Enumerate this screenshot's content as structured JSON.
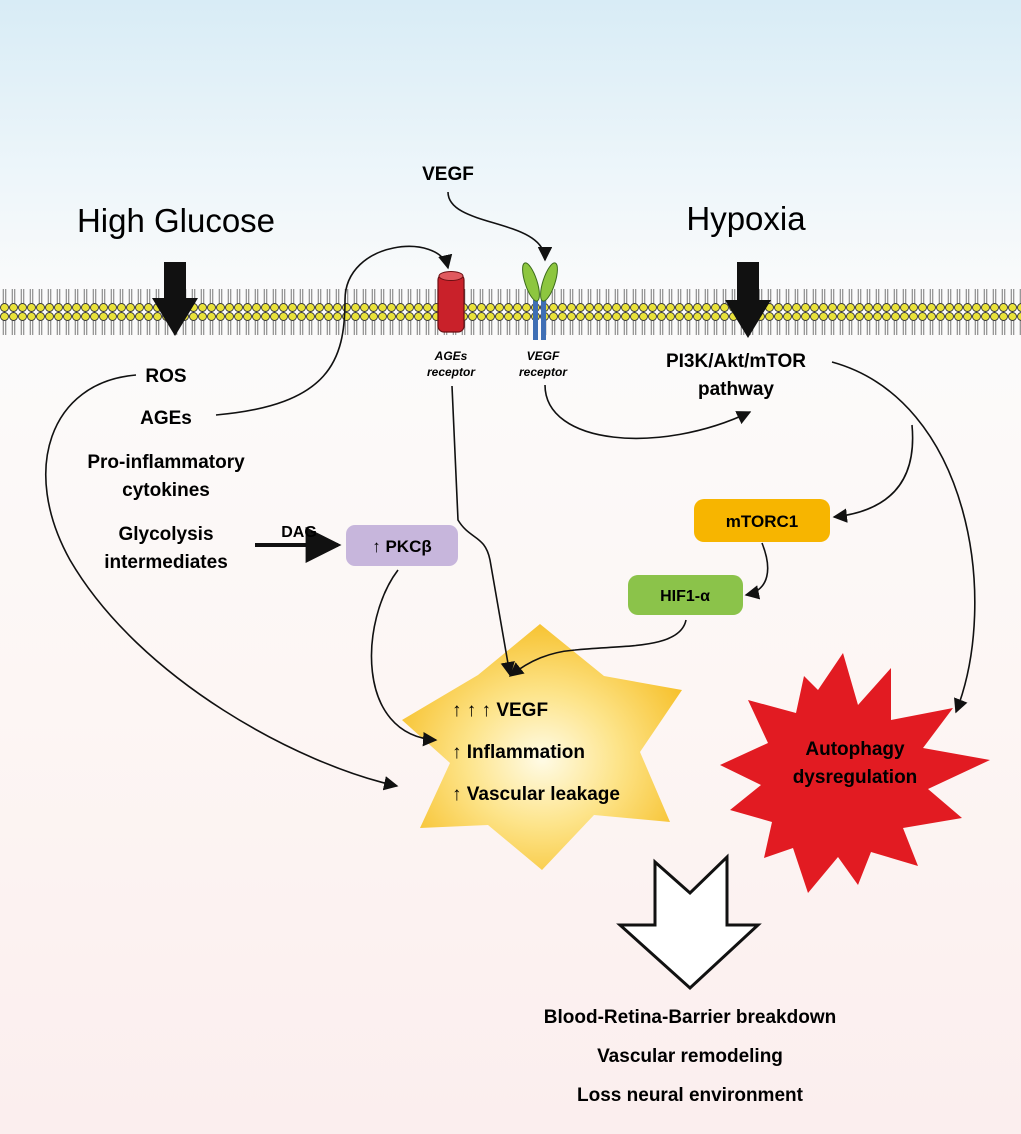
{
  "labels": {
    "high_glucose": "High Glucose",
    "hypoxia": "Hypoxia",
    "vegf_top": "VEGF",
    "ros": "ROS",
    "ages": "AGEs",
    "pro_inflammatory_1": "Pro-inflammatory",
    "pro_inflammatory_2": "cytokines",
    "glycolysis_1": "Glycolysis",
    "glycolysis_2": "intermediates",
    "dag": "DAG",
    "ages_receptor_1": "AGEs",
    "ages_receptor_2": "receptor",
    "vegf_receptor_1": "VEGF",
    "vegf_receptor_2": "receptor",
    "pi3k_1": "PI3K/Akt/mTOR",
    "pi3k_2": "pathway"
  },
  "boxes": {
    "pkc": "↑ PKCβ",
    "mtorc1": "mTORC1",
    "hif1a": "HIF1-α"
  },
  "star": {
    "line1": "↑ ↑ ↑ VEGF",
    "line2": "↑ Inflammation",
    "line3": "↑ Vascular leakage"
  },
  "burst": {
    "line1": "Autophagy",
    "line2": "dysregulation"
  },
  "outcomes": [
    "Blood-Retina-Barrier breakdown",
    "Vascular remodeling",
    "Loss neural environment"
  ],
  "colors": {
    "membrane_head": "#e9e23a",
    "pkc_box": "#c7b6dc",
    "mtorc1_box": "#f7b500",
    "hif1a_box": "#8bc34a",
    "star_center": "#fff8d8",
    "star_edge": "#f7c32e",
    "burst": "#e21b22",
    "ages_receptor": "#c9212a",
    "vegf_receptor_arms": "#8dc63f",
    "vegf_receptor_stem": "#3f6fb5"
  }
}
